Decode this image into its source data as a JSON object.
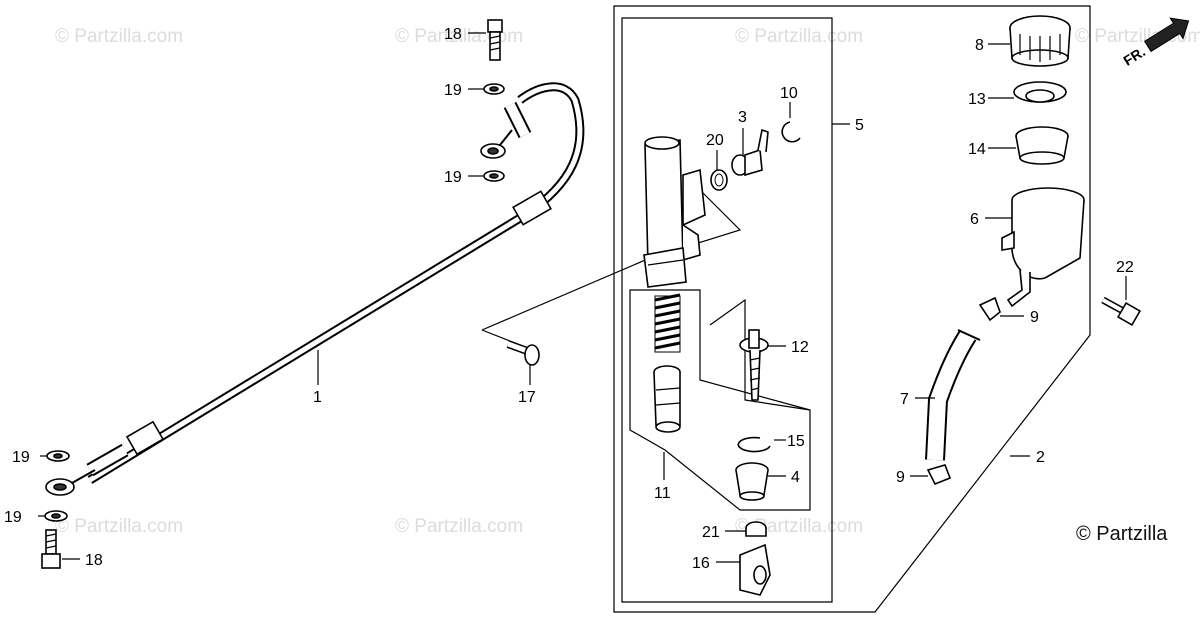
{
  "watermark": "© Partzilla.com",
  "copyright": "© Partzilla",
  "front_arrow_label": "FR.",
  "callouts": {
    "c1": "1",
    "c2": "2",
    "c3": "3",
    "c4": "4",
    "c5": "5",
    "c6": "6",
    "c7": "7",
    "c8": "8",
    "c9a": "9",
    "c9b": "9",
    "c10": "10",
    "c11": "11",
    "c12": "12",
    "c13": "13",
    "c14": "14",
    "c15": "15",
    "c16": "16",
    "c17": "17",
    "c18a": "18",
    "c18b": "18",
    "c19a": "19",
    "c19b": "19",
    "c19c": "19",
    "c19d": "19",
    "c20": "20",
    "c21": "21",
    "c22": "22"
  }
}
